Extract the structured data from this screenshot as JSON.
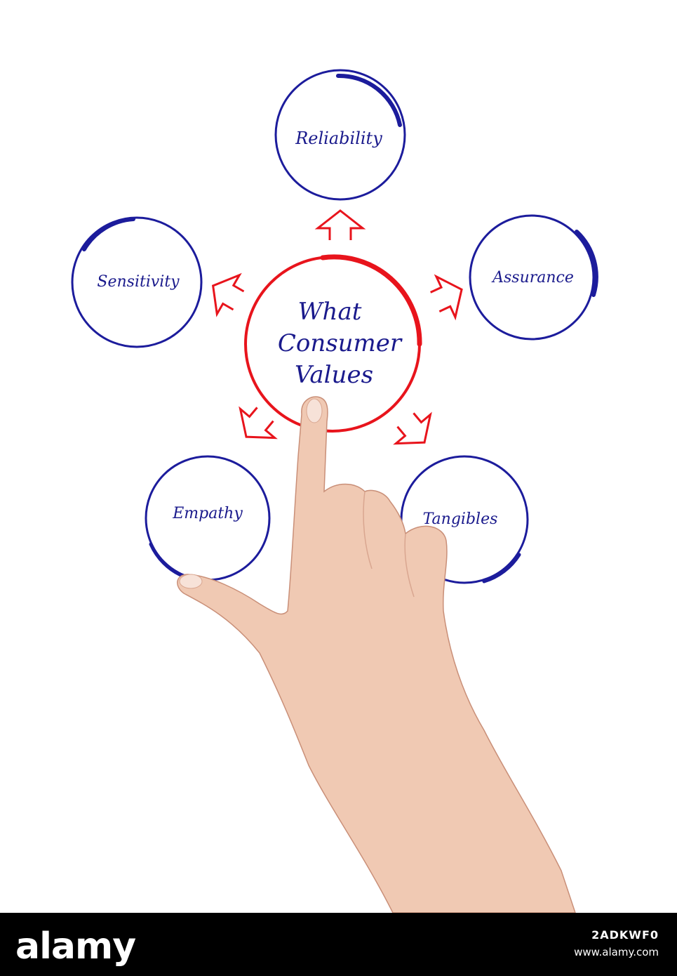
{
  "diagram": {
    "center": {
      "lines": [
        "What",
        "Consumer",
        "Values"
      ],
      "color": "#e8141c"
    },
    "nodes": [
      {
        "label": "Reliability"
      },
      {
        "label": "Assurance"
      },
      {
        "label": "Tangibles"
      },
      {
        "label": "Empathy"
      },
      {
        "label": "Sensitivity"
      }
    ],
    "node_color": "#1c1c9c",
    "text_color": "#1a1a8c",
    "arrow_color": "#e8141c"
  },
  "footer": {
    "brand": "alamy",
    "image_id": "2ADKWF0",
    "site": "www.alamy.com"
  }
}
